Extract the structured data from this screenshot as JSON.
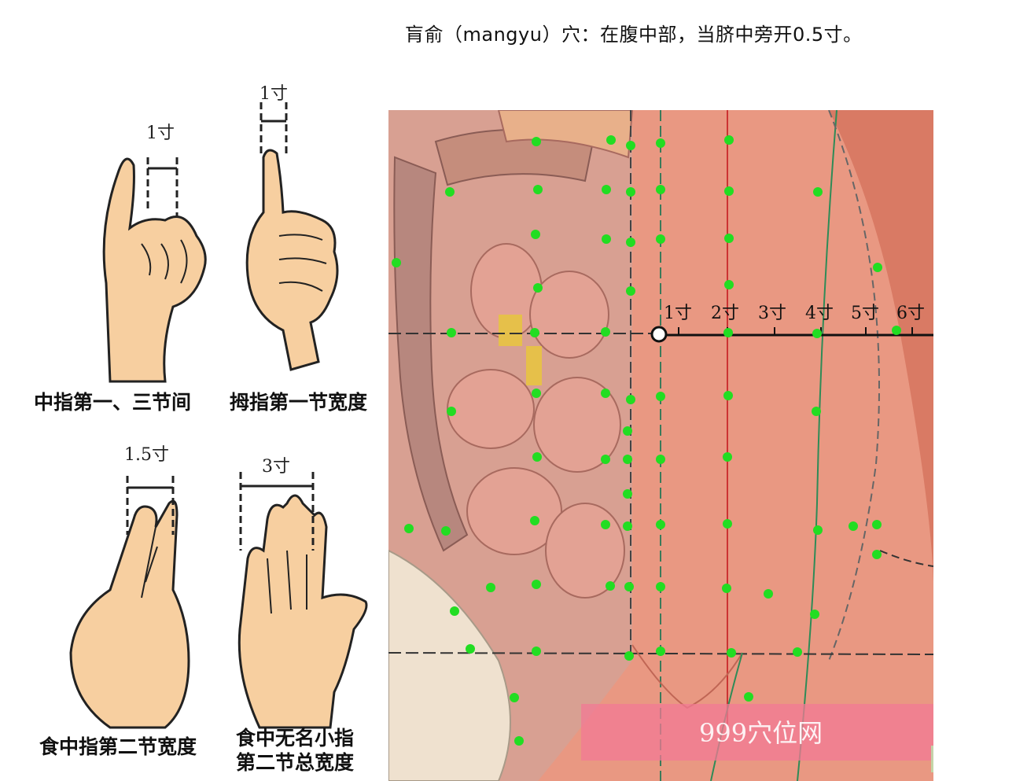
{
  "title": "肓俞（mangyu）穴：在腹中部，当脐中旁开0.5寸。",
  "hands": [
    {
      "measure": "1寸",
      "caption": "中指第一、三节间"
    },
    {
      "measure": "1寸",
      "caption": "拇指第一节宽度"
    },
    {
      "measure": "1.5寸",
      "caption": "食中指第二节宽度"
    },
    {
      "measure": "3寸",
      "caption_line1": "食中无名小指",
      "caption_line2": "第二节总宽度"
    }
  ],
  "scale_labels": [
    "1寸",
    "2寸",
    "3寸",
    "4寸",
    "5寸",
    "6寸"
  ],
  "watermark": "999穴位网",
  "colors": {
    "acupoint": "#22dd22",
    "skin": "#e9907a",
    "hand": "#f7cfa0"
  }
}
